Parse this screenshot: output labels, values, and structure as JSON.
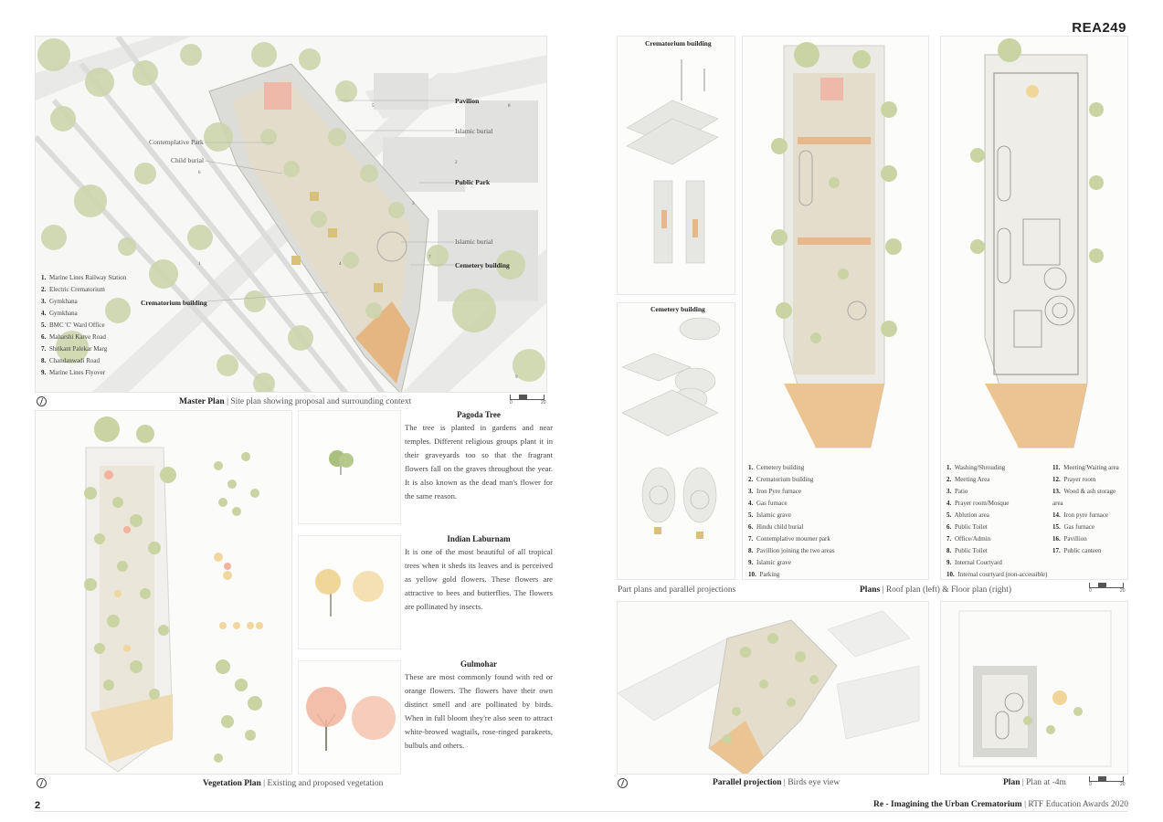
{
  "page_code": "REA249",
  "page_number": "2",
  "footer": {
    "title": "Re - Imagining the Urban Crematorium",
    "sep": " | ",
    "sub": "RTF Education Awards 2020"
  },
  "master_plan": {
    "caption_title": "Master Plan",
    "caption_sub": "Site plan showing proposal and surrounding context",
    "labels": {
      "pavilion": "Pavilion",
      "islamic_burial_1": "Islamic burial",
      "contemplative_park": "Contemplative Park",
      "child_burial": "Child burial",
      "public_park": "Public Park",
      "islamic_burial_2": "Islamic burial",
      "cemetery_building": "Cemetery building",
      "crematorium_building": "Crematorium building"
    },
    "numbers": [
      "1",
      "2",
      "3",
      "4",
      "5",
      "6",
      "7",
      "8",
      "9"
    ],
    "legend": [
      {
        "n": "1.",
        "t": "Marine Lines Railway Station"
      },
      {
        "n": "2.",
        "t": "Electric Crematorium"
      },
      {
        "n": "3.",
        "t": "Gymkhana"
      },
      {
        "n": "4.",
        "t": "Gymkhana"
      },
      {
        "n": "5.",
        "t": "BMC 'C' Ward Office"
      },
      {
        "n": "6.",
        "t": "Maharshi Karve Road"
      },
      {
        "n": "7.",
        "t": "Shrikant Palekar Marg"
      },
      {
        "n": "8.",
        "t": "Chandanwadi Road"
      },
      {
        "n": "9.",
        "t": "Marine Lines Flyover"
      }
    ],
    "scale": {
      "start": "0",
      "end": "20"
    }
  },
  "vegetation_plan": {
    "caption_title": "Vegetation Plan",
    "caption_sub": "Existing and proposed vegetation"
  },
  "trees": [
    {
      "name": "Pagoda Tree",
      "text": "The tree is planted in gardens and near temples. Different religious groups plant it in their graveyards too so that the fragrant flowers fall on the graves throughout the year. It is also known as the dead man's flower for the same reason.",
      "color": "#a9c07e"
    },
    {
      "name": "Indian Laburnam",
      "text": "It is one of the most beautiful of all tropical trees when it sheds its leaves and is perceived as yellow gold flowers. These flowers are attractive to bees and butterflies. The flowers are pollinated by insects.",
      "color": "#f1d69a"
    },
    {
      "name": "Gulmohar",
      "text": "These are most commonly found with red or orange flowers. The flowers have their own distinct smell and are pollinated by birds. When in full bloom they're also seen to attract white-browed wagtails, rose-ringed parakeets, bulbuls and others.",
      "color": "#f2b49b"
    }
  ],
  "part_plans": {
    "crematorium_label": "Crematorium building",
    "cemetery_label": "Cemetery building",
    "caption": "Part plans and parallel projections"
  },
  "plans": {
    "caption_title": "Plans",
    "caption_sub": "Roof plan (left) & Floor plan (right)",
    "roof_legend": [
      {
        "n": "1.",
        "t": "Cemetery building"
      },
      {
        "n": "2.",
        "t": "Crematorium building"
      },
      {
        "n": "3.",
        "t": "Iron Pyre furnace"
      },
      {
        "n": "4.",
        "t": "Gas furnace"
      },
      {
        "n": "5.",
        "t": "Islamic grave"
      },
      {
        "n": "6.",
        "t": "Hindu child burial"
      },
      {
        "n": "7.",
        "t": "Contemplative mourner park"
      },
      {
        "n": "8.",
        "t": "Pavillion joining the two areas"
      },
      {
        "n": "9.",
        "t": "Islamic grave"
      },
      {
        "n": "10.",
        "t": "Parking"
      }
    ],
    "floor_legend_a": [
      {
        "n": "1.",
        "t": "Washing/Shrouding"
      },
      {
        "n": "2.",
        "t": "Meeting Area"
      },
      {
        "n": "3.",
        "t": "Patio"
      },
      {
        "n": "4.",
        "t": "Prayer room/Mosque"
      },
      {
        "n": "5.",
        "t": "Ablution area"
      },
      {
        "n": "6.",
        "t": "Public Toilet"
      },
      {
        "n": "7.",
        "t": "Office/Admin"
      },
      {
        "n": "8.",
        "t": "Public Toilet"
      },
      {
        "n": "9.",
        "t": "Internal Courtyard"
      },
      {
        "n": "10.",
        "t": "Internal courtyard (non-accessible)"
      }
    ],
    "floor_legend_b": [
      {
        "n": "11.",
        "t": "Meeting/Waiting area"
      },
      {
        "n": "12.",
        "t": "Prayer room"
      },
      {
        "n": "13.",
        "t": "Wood & ash storage area"
      },
      {
        "n": "14.",
        "t": "Iron pyre furnace"
      },
      {
        "n": "15.",
        "t": "Gas furnace"
      },
      {
        "n": "16.",
        "t": "Pavillion"
      },
      {
        "n": "17.",
        "t": "Public canteen"
      }
    ],
    "scale": {
      "start": "0",
      "end": "20"
    }
  },
  "parallel_projection": {
    "caption_title": "Parallel projection",
    "caption_sub": "Birds eye view"
  },
  "plan_minus4": {
    "caption_title": "Plan",
    "caption_sub": "Plan at -4m",
    "scale": {
      "start": "0",
      "end": "20"
    }
  },
  "colors": {
    "tree_green": "#c9d3a8",
    "tree_dark": "#a9b98a",
    "road": "#e8e8e6",
    "building": "#d4d4d2",
    "path_orange": "#e8b88a"
  }
}
